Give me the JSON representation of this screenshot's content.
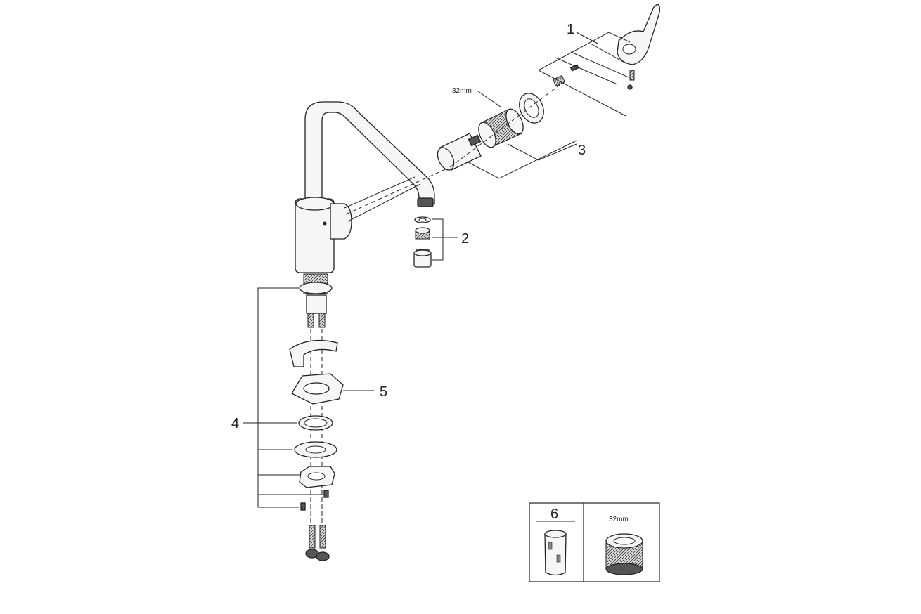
{
  "diagram": {
    "callouts": [
      {
        "id": "1",
        "label": "1"
      },
      {
        "id": "2",
        "label": "2"
      },
      {
        "id": "3",
        "label": "3"
      },
      {
        "id": "4",
        "label": "4"
      },
      {
        "id": "5",
        "label": "5"
      },
      {
        "id": "6",
        "label": "6"
      }
    ],
    "dimensions": {
      "cartridge_nut": "32mm",
      "inset_nut": "32mm"
    }
  }
}
